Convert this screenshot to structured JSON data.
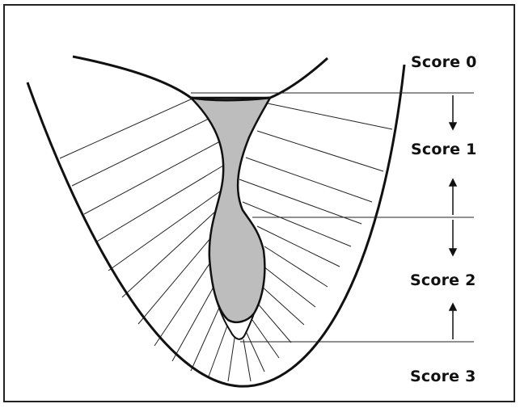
{
  "labels": {
    "score0": "Score 0",
    "score1": "Score 1",
    "score2": "Score 2",
    "score3": "Score 3"
  },
  "colors": {
    "ink": "#111111",
    "fill": "#bdbdbd"
  }
}
